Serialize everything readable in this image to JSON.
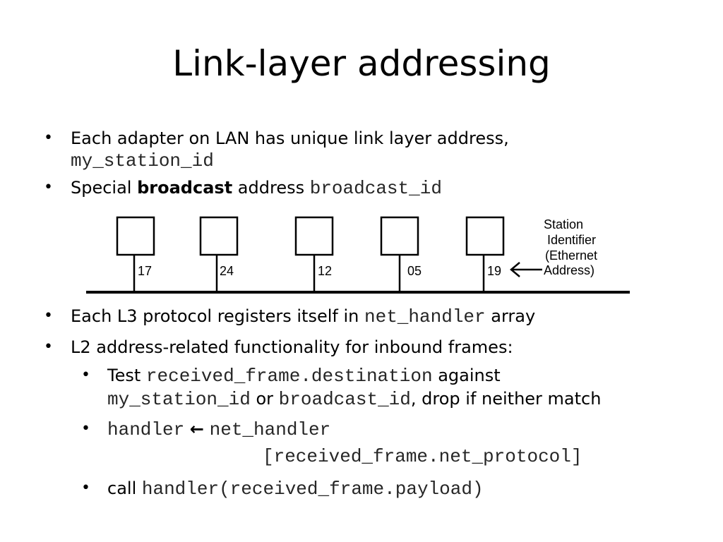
{
  "slide": {
    "title": "Link-layer addressing"
  },
  "bullets": {
    "b1_text": "Each adapter on LAN has unique link layer address,",
    "b1_code": "my_station_id",
    "b2_pre": "Special ",
    "b2_bold": "broadcast",
    "b2_mid": " address ",
    "b2_code": "broadcast_id",
    "b3_pre": "Each L3 protocol registers itself in ",
    "b3_code": "net_handler",
    "b3_post": " array",
    "b4_text": "L2 address-related functionality for inbound frames:",
    "s1_pre": "Test ",
    "s1_code1": "received_frame.destination",
    "s1_mid1": " against",
    "s1_code2": "my_station_id",
    "s1_mid2": " or ",
    "s1_code3": "broadcast_id",
    "s1_post": ", drop if neither match",
    "s2_code1": "handler",
    "s2_arrow": "←",
    "s2_code2": "net_handler",
    "s2_code3": "[received_frame.net_protocol]",
    "s3_pre": "call ",
    "s3_code": "handler(received_frame.payload)"
  },
  "diagram": {
    "stations": [
      "17",
      "24",
      "12",
      "05",
      "19"
    ],
    "label_lines": [
      "Station",
      "Identifier",
      "(Ethernet",
      "Address)"
    ]
  }
}
